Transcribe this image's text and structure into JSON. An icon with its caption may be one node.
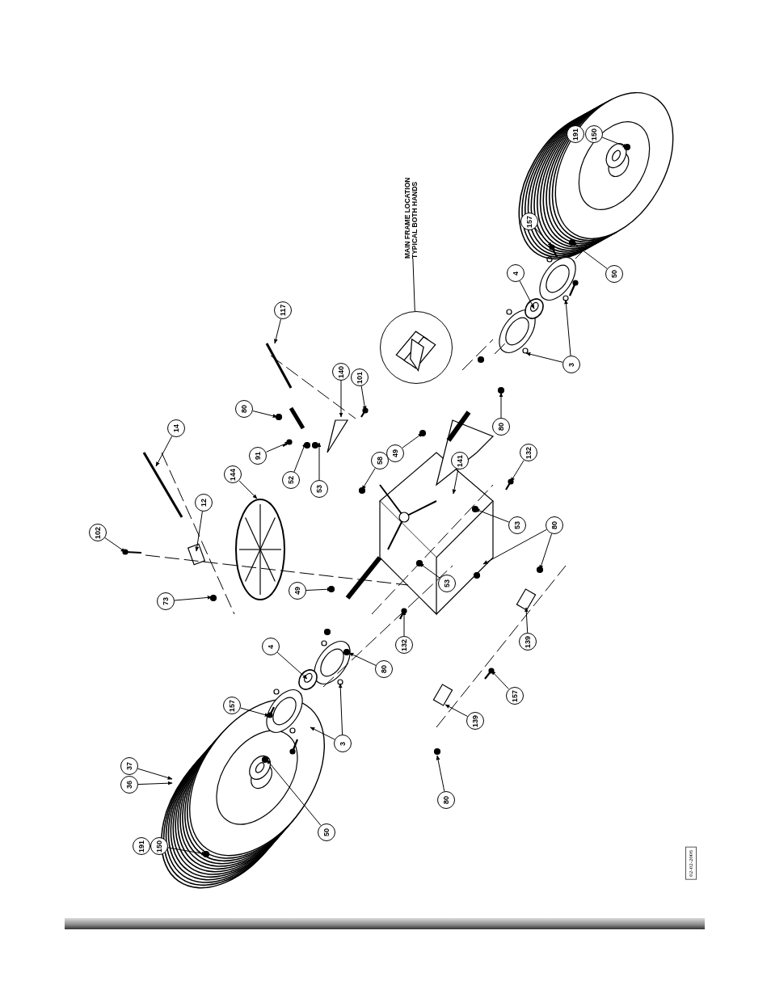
{
  "diagram": {
    "nodes": [
      {
        "text": [
          "191"
        ]
      },
      {
        "text": [
          "150"
        ]
      },
      {
        "text": [
          "MAIN FRAME LOCATION TYPICAL BOTH HANDS"
        ]
      },
      {
        "text": [],
        "shape": "picture"
      },
      {
        "text": [
          "157"
        ]
      },
      {
        "text": [
          "4"
        ]
      },
      {
        "text": [
          "50"
        ]
      },
      {
        "text": [
          "117"
        ]
      },
      {
        "text": [
          "140"
        ]
      },
      {
        "text": [
          "101"
        ]
      },
      {
        "text": [
          "3"
        ]
      },
      {
        "text": [
          "80"
        ]
      },
      {
        "text": [
          "80"
        ]
      },
      {
        "text": [
          "49"
        ]
      },
      {
        "text": [
          "14"
        ]
      },
      {
        "text": [
          "91"
        ]
      },
      {
        "text": [
          "52"
        ]
      },
      {
        "text": [
          "53"
        ]
      },
      {
        "text": [
          "132"
        ]
      },
      {
        "text": [
          "58"
        ]
      },
      {
        "text": [
          "141"
        ]
      },
      {
        "text": [
          "144"
        ]
      },
      {
        "text": [
          "12"
        ]
      },
      {
        "text": [
          "80"
        ]
      },
      {
        "text": [
          "102"
        ]
      },
      {
        "text": [
          "53"
        ]
      },
      {
        "text": [
          "53"
        ]
      },
      {
        "text": [
          "49"
        ]
      },
      {
        "text": [
          "73"
        ]
      },
      {
        "text": [
          "139"
        ]
      },
      {
        "text": [
          "132"
        ]
      },
      {
        "text": [
          "4"
        ]
      },
      {
        "text": [
          "157"
        ]
      },
      {
        "text": [
          "3"
        ]
      },
      {
        "text": [
          "80"
        ]
      },
      {
        "text": [
          "157"
        ]
      },
      {
        "text": [
          "139"
        ]
      },
      {
        "text": [
          "37"
        ]
      },
      {
        "text": [
          "36"
        ]
      },
      {
        "text": [
          "80"
        ]
      },
      {
        "text": [
          "50"
        ]
      },
      {
        "text": [
          "191"
        ]
      },
      {
        "text": [
          "150"
        ]
      }
    ],
    "edges": [
      {
        "from": 1,
        "to": null,
        "arrow": "to"
      },
      {
        "from": 2,
        "to": 3,
        "arrow": "none"
      },
      {
        "from": 4,
        "to": null,
        "arrow": "to"
      },
      {
        "from": 5,
        "to": null,
        "arrow": "to"
      },
      {
        "from": 6,
        "to": null,
        "arrow": "to"
      },
      {
        "from": 7,
        "to": null,
        "arrow": "to"
      },
      {
        "from": 8,
        "to": null,
        "arrow": "to"
      },
      {
        "from": 9,
        "to": null,
        "arrow": "to"
      },
      {
        "from": 10,
        "to": null,
        "arrow": "to"
      },
      {
        "from": 10,
        "to": null,
        "arrow": "to"
      },
      {
        "from": 11,
        "to": null,
        "arrow": "to"
      },
      {
        "from": 12,
        "to": null,
        "arrow": "to"
      },
      {
        "from": 13,
        "to": null,
        "arrow": "to"
      },
      {
        "from": 14,
        "to": null,
        "arrow": "to"
      },
      {
        "from": 15,
        "to": null,
        "arrow": "to"
      },
      {
        "from": 16,
        "to": null,
        "arrow": "to"
      },
      {
        "from": 17,
        "to": null,
        "arrow": "to"
      },
      {
        "from": 18,
        "to": null,
        "arrow": "to"
      },
      {
        "from": 19,
        "to": null,
        "arrow": "to"
      },
      {
        "from": 20,
        "to": null,
        "arrow": "to"
      },
      {
        "from": 21,
        "to": null,
        "arrow": "to"
      },
      {
        "from": 22,
        "to": null,
        "arrow": "to"
      },
      {
        "from": 23,
        "to": null,
        "arrow": "to"
      },
      {
        "from": 23,
        "to": null,
        "arrow": "to"
      },
      {
        "from": 24,
        "to": null,
        "arrow": "to"
      },
      {
        "from": 25,
        "to": null,
        "arrow": "to"
      },
      {
        "from": 26,
        "to": null,
        "arrow": "to"
      },
      {
        "from": 27,
        "to": null,
        "arrow": "to"
      },
      {
        "from": 28,
        "to": null,
        "arrow": "to"
      },
      {
        "from": 29,
        "to": null,
        "arrow": "to"
      },
      {
        "from": 30,
        "to": null,
        "arrow": "to"
      },
      {
        "from": 31,
        "to": null,
        "arrow": "to"
      },
      {
        "from": 32,
        "to": null,
        "arrow": "to"
      },
      {
        "from": 33,
        "to": null,
        "arrow": "to"
      },
      {
        "from": 33,
        "to": null,
        "arrow": "to"
      },
      {
        "from": 34,
        "to": null,
        "arrow": "to"
      },
      {
        "from": 35,
        "to": null,
        "arrow": "to"
      },
      {
        "from": 36,
        "to": null,
        "arrow": "to"
      },
      {
        "from": 37,
        "to": null,
        "arrow": "to"
      },
      {
        "from": 38,
        "to": null,
        "arrow": "to"
      },
      {
        "from": 39,
        "to": null,
        "arrow": "to"
      },
      {
        "from": 40,
        "to": null,
        "arrow": "to"
      },
      {
        "from": 42,
        "to": null,
        "arrow": "to"
      }
    ],
    "labels": [
      "02-02-2006"
    ]
  }
}
